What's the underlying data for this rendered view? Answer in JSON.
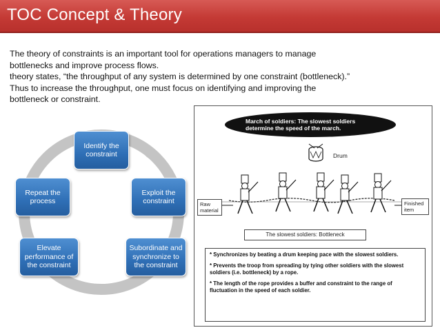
{
  "slide": {
    "title": "TOC Concept & Theory",
    "body_lines": [
      "The theory of constraints is an important tool for operations managers to manage",
      "bottlenecks and improve process flows.",
      "theory states, “the throughput of any system is determined by one constraint (bottleneck).”",
      "Thus to increase the throughput, one must focus on identifying and improving the",
      "bottleneck or constraint."
    ]
  },
  "cycle": {
    "steps": [
      "Identify the\nconstraint",
      "Exploit the\nconstraint",
      "Subordinate and\nsynchronize to\nthe constraint",
      "Elevate\nperformance of\nthe constraint",
      "Repeat the\nprocess"
    ]
  },
  "figure": {
    "banner_line1": "March of soldiers:  The slowest soldiers",
    "banner_line2": "determine the speed of the march.",
    "drum_label": "Drum",
    "raw_material_line1": "Raw",
    "raw_material_line2": "material",
    "finished_line1": "Finished",
    "finished_line2": "item",
    "slowest_label": "The slowest soldiers:  Bottleneck",
    "notes": [
      "* Synchronizes by beating a drum keeping pace with the slowest soldiers.",
      "* Prevents the troop from spreading by tying other soldiers with the slowest soldiers (i.e. bottleneck) by a rope.",
      "* The length of the rope provides a buffer and constraint to the range of fluctuation in the speed of each soldier."
    ]
  },
  "colors": {
    "title_bar": "#c43a35",
    "node_blue": "#2f6fb6",
    "cycle_ring": "#c4c4c4"
  }
}
